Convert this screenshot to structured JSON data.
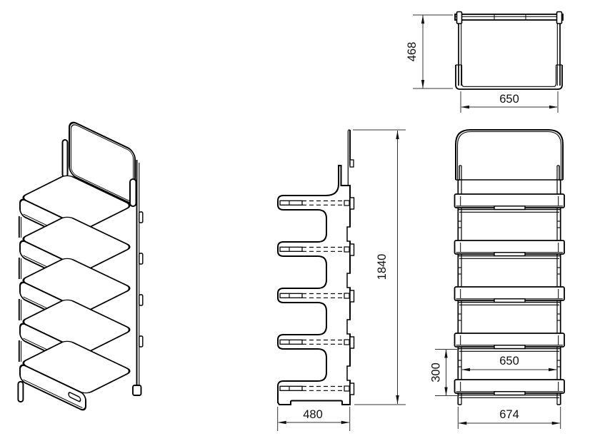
{
  "dimensions": {
    "top_view": {
      "depth": "468",
      "width": "650"
    },
    "side_view": {
      "height": "1840",
      "depth": "480"
    },
    "front_view": {
      "shelf_spacing": "300",
      "inner_width": "650",
      "outer_width": "674"
    }
  },
  "colors": {
    "object_line": "#000000",
    "dimension_line": "#333333",
    "background": "#ffffff"
  }
}
